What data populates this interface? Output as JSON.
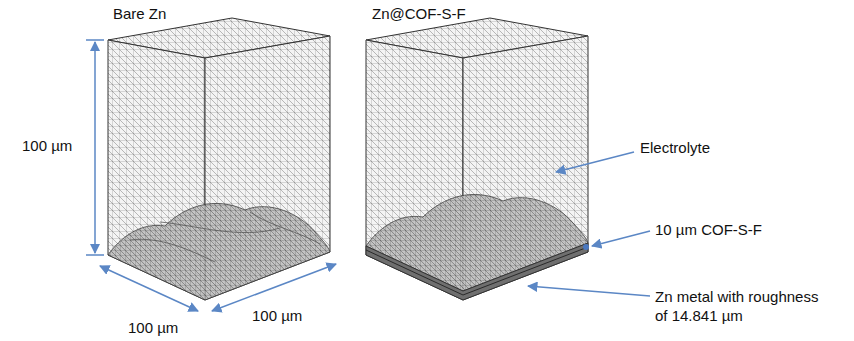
{
  "diagram": {
    "labels": [
      "Bare Zn",
      "Zn@COF-S-F",
      "100 µm",
      "100 µm",
      "100 µm",
      "Electrolyte",
      "10 µm COF-S-F",
      "Zn metal with roughness of 14.841 µm"
    ]
  }
}
